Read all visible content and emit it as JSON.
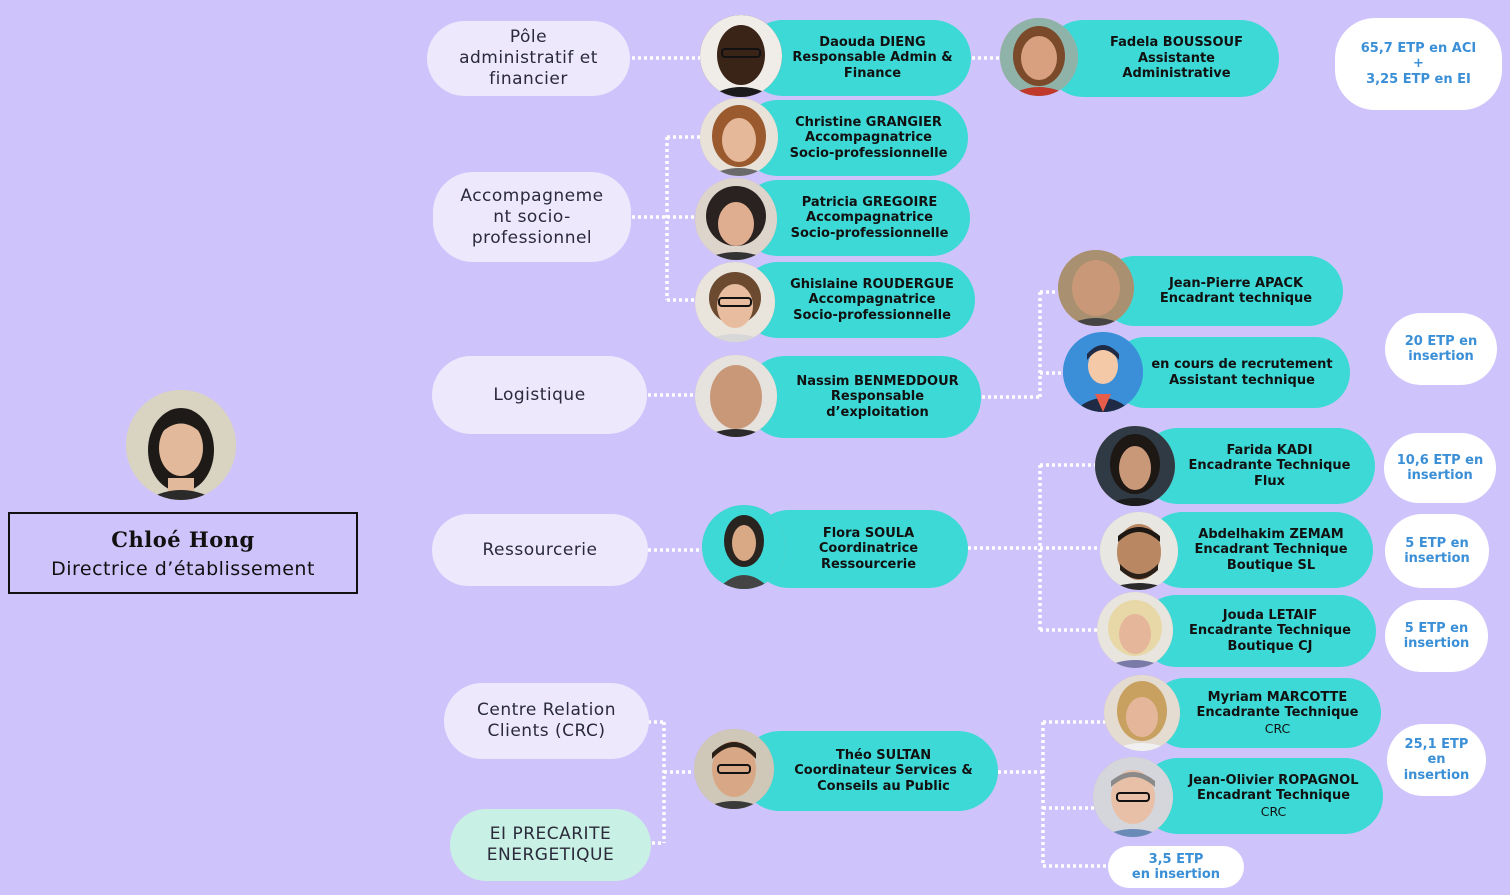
{
  "director": {
    "name": "Chloé Hong",
    "role": "Directrice d’établissement"
  },
  "departments": {
    "admin": [
      "Pôle",
      "administratif et",
      "financier"
    ],
    "accomp": [
      "Accompagneme",
      "nt socio-",
      "professionnel"
    ],
    "logistique": [
      "Logistique"
    ],
    "ressourcerie": [
      "Ressourcerie"
    ],
    "crc": [
      "Centre Relation",
      "Clients (CRC)"
    ],
    "ei": [
      "EI PRECARITE",
      "ENERGETIQUE"
    ]
  },
  "people": {
    "dieng": [
      "Daouda DIENG",
      "Responsable Admin &",
      "Finance"
    ],
    "boussouf": [
      "Fadela BOUSSOUF",
      "Assistante",
      "Administrative"
    ],
    "grangier": [
      "Christine GRANGIER",
      "Accompagnatrice",
      "Socio-professionnelle"
    ],
    "gregoire": [
      "Patricia GREGOIRE",
      "Accompagnatrice",
      "Socio-professionnelle"
    ],
    "roudergue": [
      "Ghislaine ROUDERGUE",
      "Accompagnatrice",
      "Socio-professionnelle"
    ],
    "benmeddour": [
      "Nassim BENMEDDOUR",
      "Responsable",
      "d’exploitation"
    ],
    "apack": [
      "Jean-Pierre APACK",
      "Encadrant technique"
    ],
    "recrutement": [
      "en cours de recrutement",
      "Assistant technique"
    ],
    "soula": [
      "Flora SOULA",
      "Coordinatrice",
      "Ressourcerie"
    ],
    "kadi": [
      "Farida KADI",
      "Encadrante Technique",
      "Flux"
    ],
    "zemam": [
      "Abdelhakim ZEMAM",
      "Encadrant Technique",
      "Boutique SL"
    ],
    "letaif": [
      "Jouda LETAIF",
      "Encadrante Technique",
      "Boutique CJ"
    ],
    "sultan": [
      "Théo SULTAN",
      "Coordinateur Services &",
      "Conseils au Public"
    ],
    "marcotte": [
      "Myriam MARCOTTE",
      "Encadrante Technique",
      "CRC"
    ],
    "ropagnol": [
      "Jean-Olivier ROPAGNOL",
      "Encadrant Technique",
      "CRC"
    ]
  },
  "etp": {
    "total": [
      "65,7 ETP en ACI",
      "+",
      "3,25 ETP en EI"
    ],
    "logistique": [
      "20 ETP en",
      "insertion"
    ],
    "kadi": [
      "10,6 ETP en",
      "insertion"
    ],
    "zemam": [
      "5 ETP en",
      "insertion"
    ],
    "letaif": [
      "5 ETP en",
      "insertion"
    ],
    "crc": [
      "25,1 ETP",
      "en",
      "insertion"
    ],
    "ei": [
      "3,5 ETP",
      "en insertion"
    ]
  },
  "colors": {
    "background": "#cfc3fb",
    "department_pill": "#ede8fc",
    "ei_pill": "#c9f0e4",
    "person_pill": "#3dd9d6",
    "etp_text": "#3a8fd6",
    "connector": "#ffffff"
  }
}
